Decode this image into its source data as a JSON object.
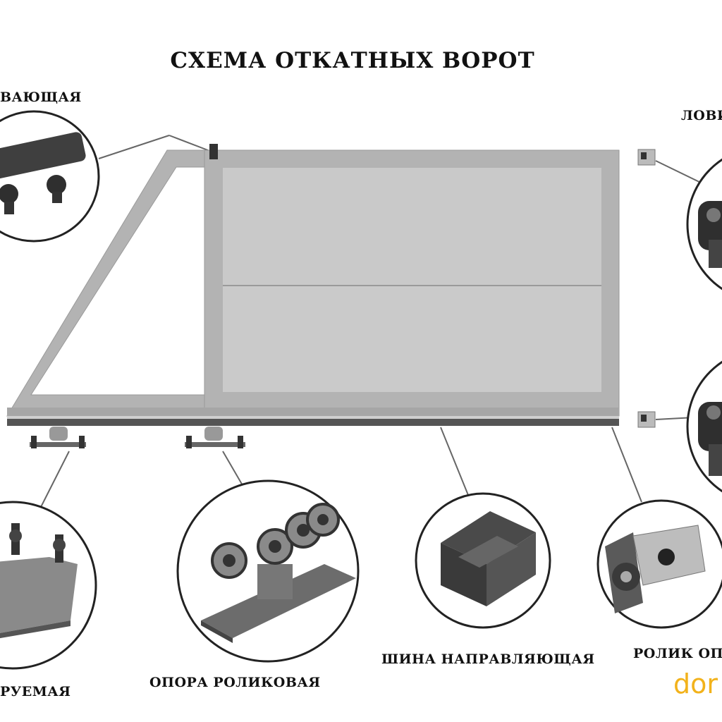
{
  "title": "СХЕМА ОТКАТНЫХ ВОРОТ",
  "labels": {
    "top_left": "ВАЮЩАЯ",
    "top_right": "ЛОВИ",
    "bottom_left": "РУЕМАЯ",
    "support": "ОПОРА РОЛИКОВАЯ",
    "rail": "ШИНА НАПРАВЛЯЮЩАЯ",
    "roller": "РОЛИК ОП"
  },
  "watermark": "dor",
  "colors": {
    "panel": "#c9c9c9",
    "frame": "#b3b3b3",
    "metal_dark": "#3a3a3a",
    "watermark": "#f2b21b"
  }
}
